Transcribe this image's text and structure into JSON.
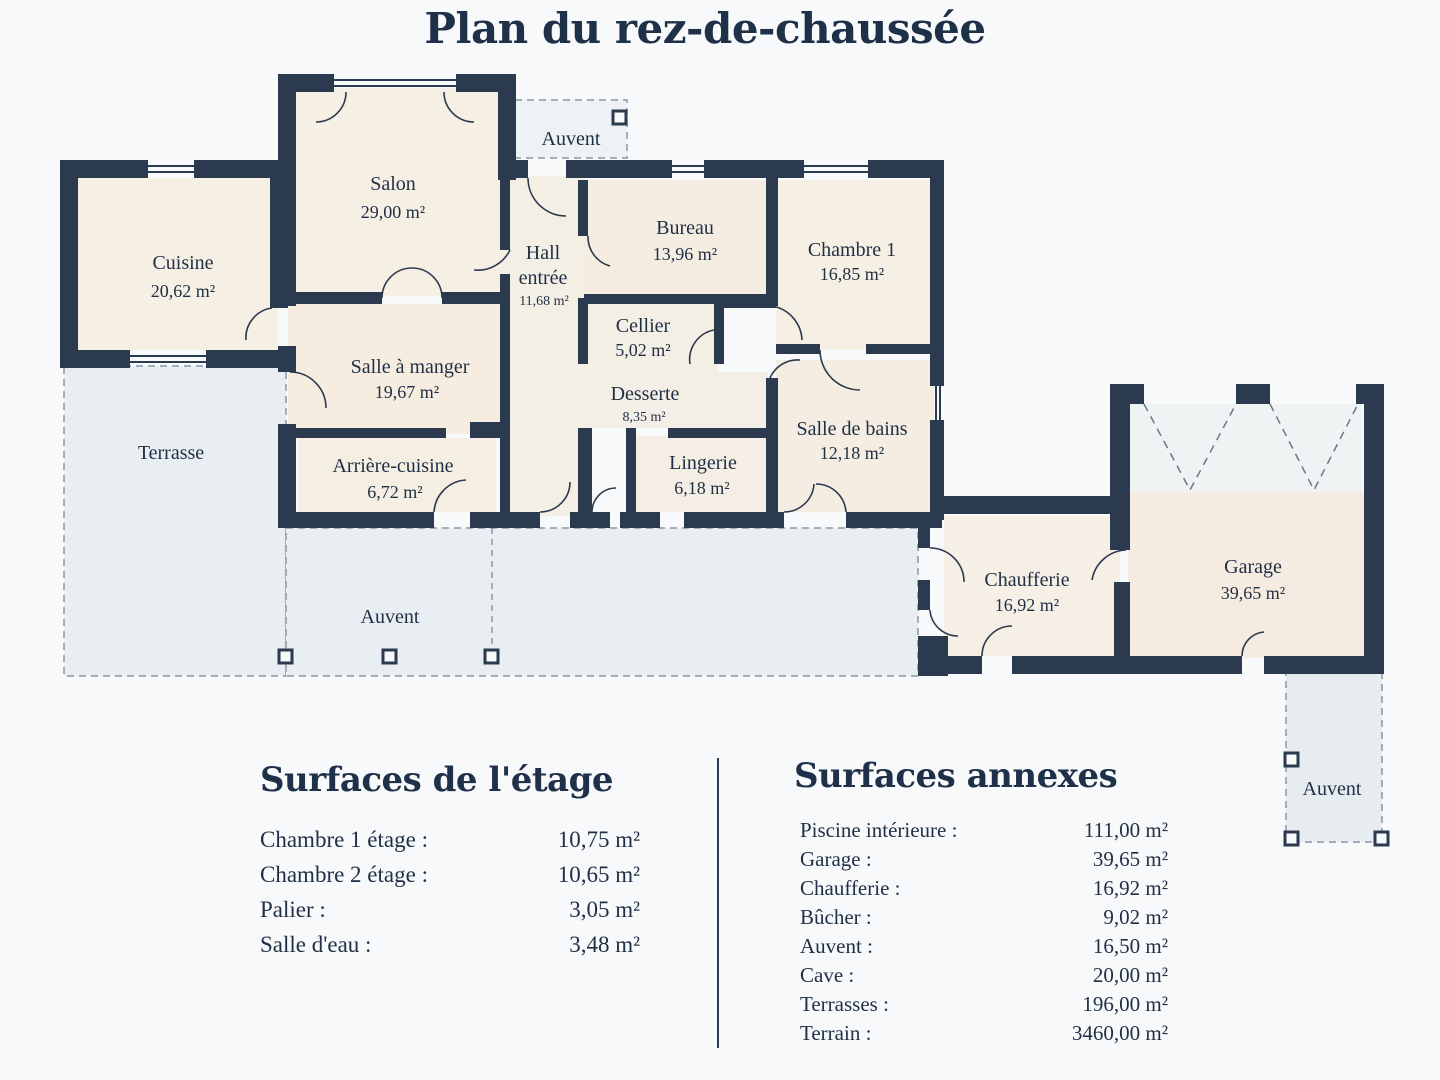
{
  "title": "Plan du rez-de-chaussée",
  "rooms": [
    {
      "id": "salon",
      "name": "Salon",
      "area": "29,00 m²"
    },
    {
      "id": "cuisine",
      "name": "Cuisine",
      "area": "20,62 m²"
    },
    {
      "id": "hall",
      "name": "Hall",
      "name2": "entrée",
      "area": "11,68 m²"
    },
    {
      "id": "bureau",
      "name": "Bureau",
      "area": "13,96 m²"
    },
    {
      "id": "chambre1",
      "name": "Chambre 1",
      "area": "16,85 m²"
    },
    {
      "id": "cellier",
      "name": "Cellier",
      "area": "5,02 m²"
    },
    {
      "id": "salle-a-manger",
      "name": "Salle à manger",
      "area": "19,67 m²"
    },
    {
      "id": "desserte",
      "name": "Desserte",
      "area": "8,35 m²"
    },
    {
      "id": "arriere-cuisine",
      "name": "Arrière-cuisine",
      "area": "6,72 m²"
    },
    {
      "id": "lingerie",
      "name": "Lingerie",
      "area": "6,18 m²"
    },
    {
      "id": "salle-de-bains",
      "name": "Salle de bains",
      "area": "12,18 m²"
    },
    {
      "id": "chaufferie",
      "name": "Chaufferie",
      "area": "16,92 m²"
    },
    {
      "id": "garage",
      "name": "Garage",
      "area": "39,65 m²"
    }
  ],
  "outdoor": {
    "auvent_top": "Auvent",
    "terrasse": "Terrasse",
    "auvent_bottom": "Auvent",
    "auvent_right": "Auvent"
  },
  "surfaces_etage": {
    "title": "Surfaces de l'étage",
    "rows": [
      {
        "label": "Chambre 1 étage :",
        "value": "10,75 m²"
      },
      {
        "label": "Chambre 2 étage :",
        "value": "10,65 m²"
      },
      {
        "label": "Palier :",
        "value": "3,05 m²"
      },
      {
        "label": "Salle d'eau :",
        "value": "3,48 m²"
      }
    ]
  },
  "surfaces_annexes": {
    "title": "Surfaces annexes",
    "rows": [
      {
        "label": "Piscine intérieure :",
        "value": "111,00 m²"
      },
      {
        "label": "Garage :",
        "value": "39,65 m²"
      },
      {
        "label": "Chaufferie :",
        "value": "16,92 m²"
      },
      {
        "label": "Bûcher :",
        "value": "9,02 m²"
      },
      {
        "label": "Auvent :",
        "value": "16,50 m²"
      },
      {
        "label": "Cave :",
        "value": "20,00 m²"
      },
      {
        "label": "Terrasses :",
        "value": "196,00 m²"
      },
      {
        "label": "Terrain :",
        "value": "3460,00 m²"
      }
    ]
  },
  "colors": {
    "wall": "#2b3a4f",
    "floor_main": "#f5ede2",
    "floor_light": "#f3efe6",
    "terrace": "#e9eef2",
    "text": "#1f2f45"
  }
}
